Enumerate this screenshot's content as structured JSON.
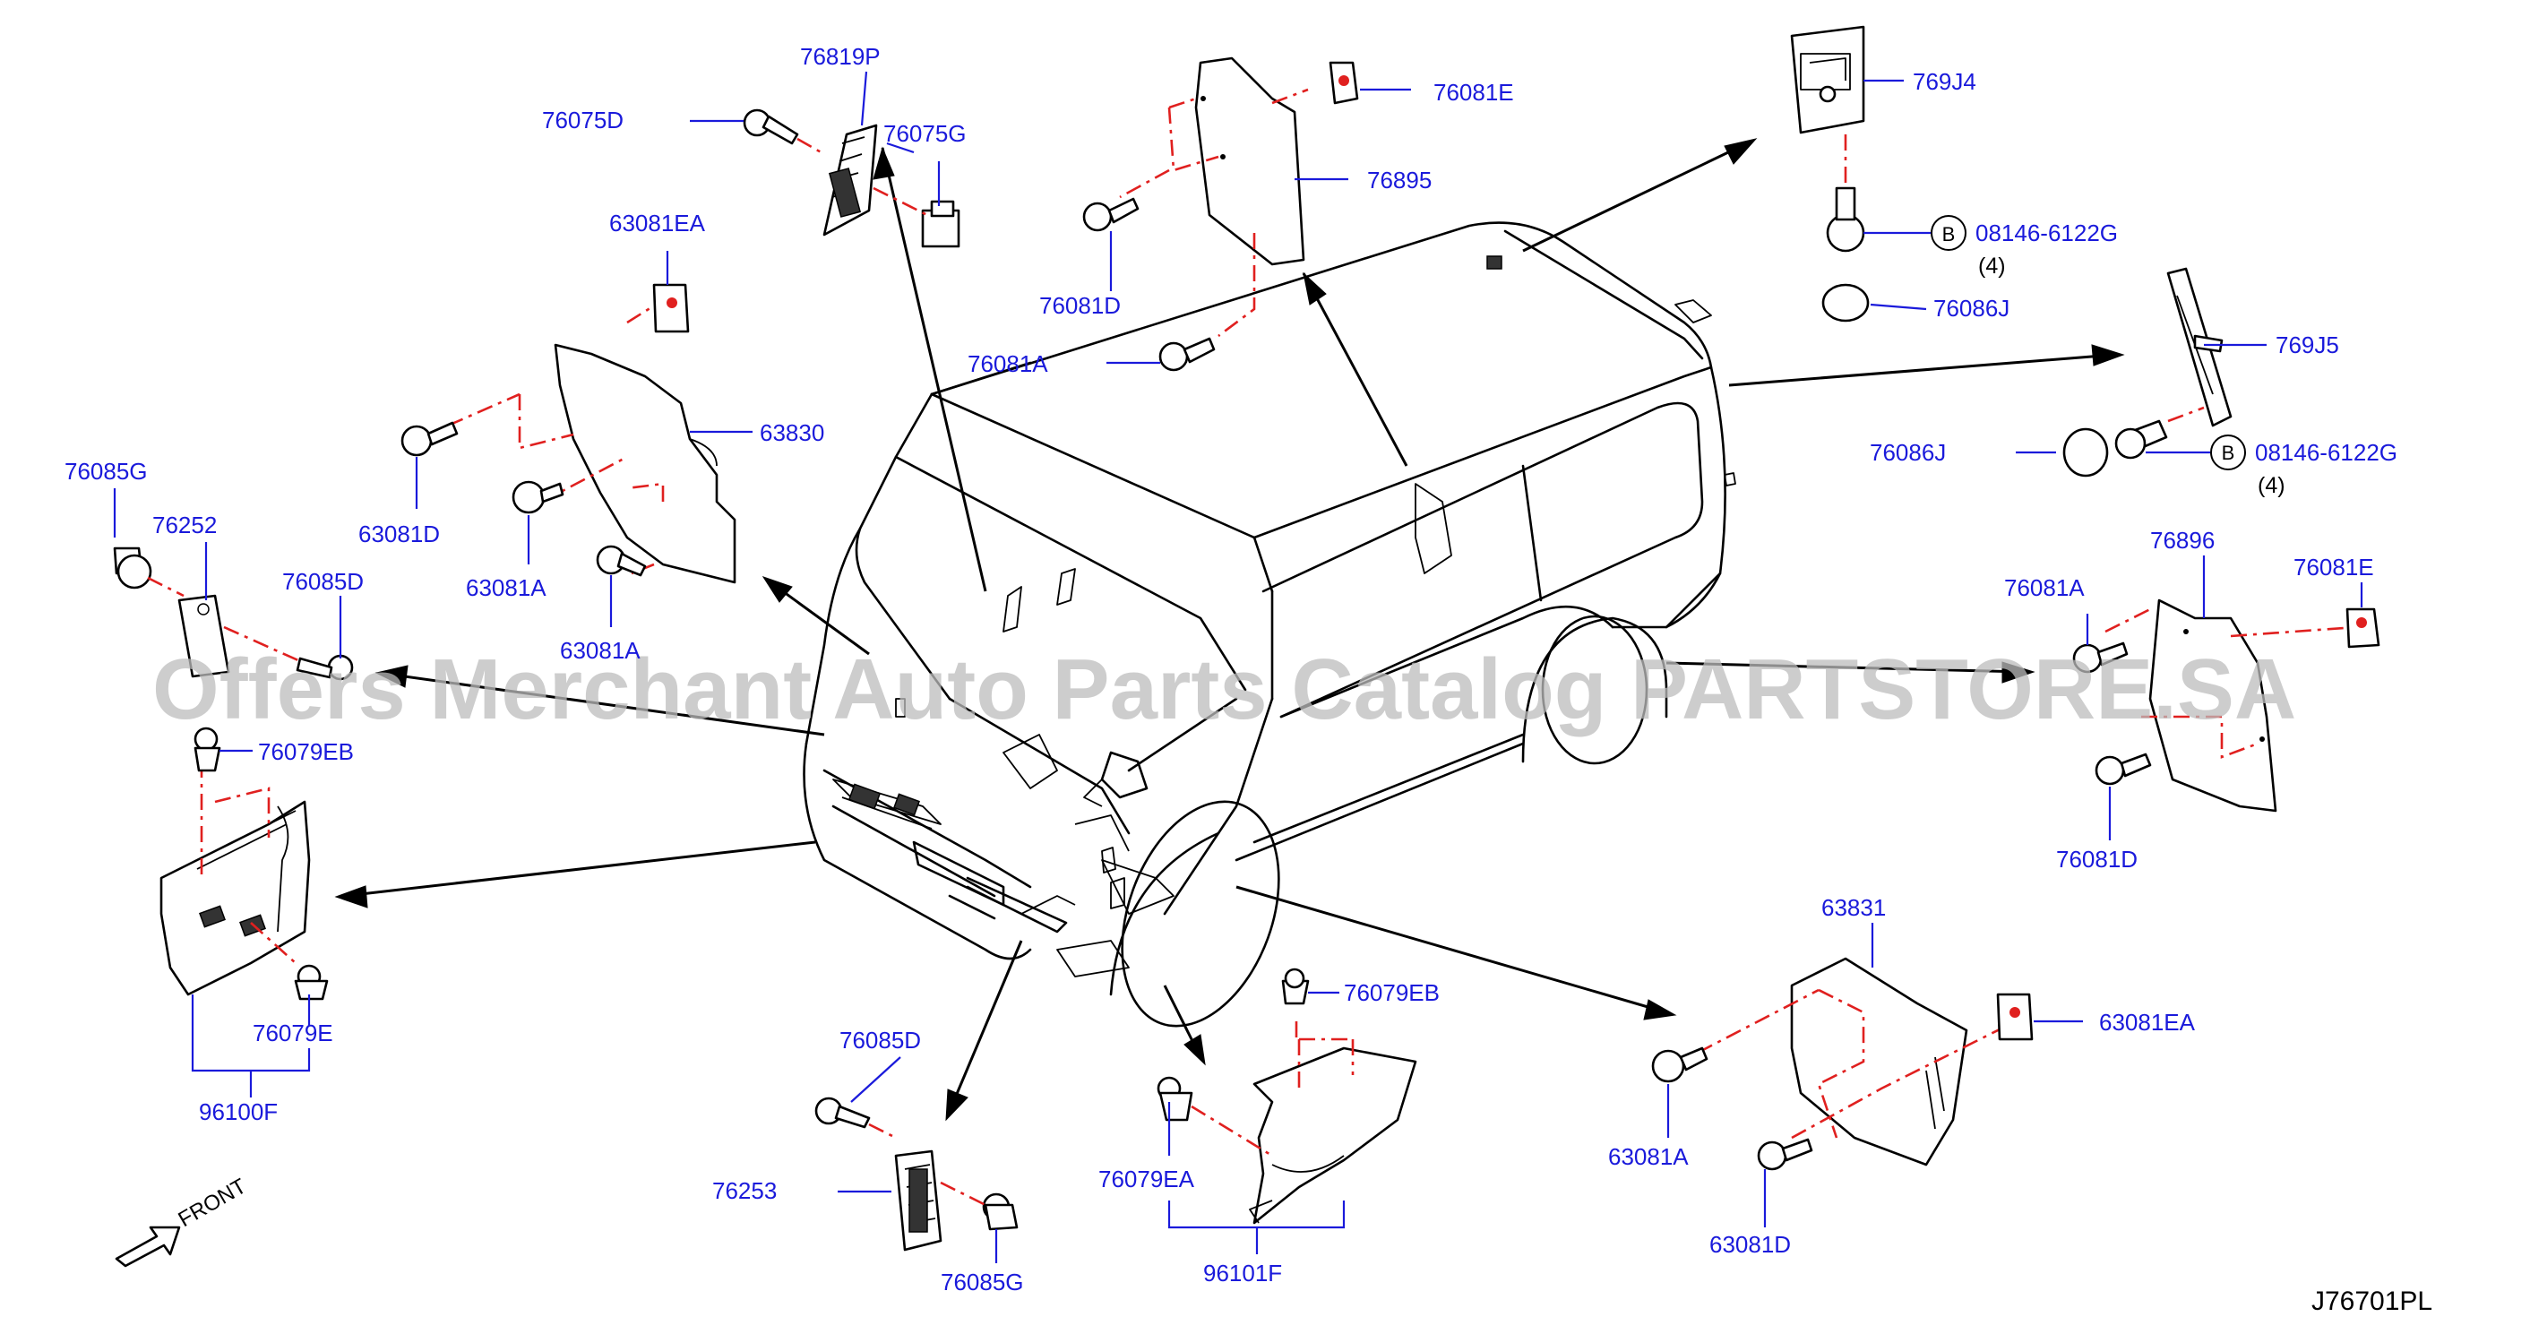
{
  "diagram": {
    "code": "J76701PL",
    "watermark": "Offers Merchant Auto Parts Catalog PARTSTORE.SA",
    "front_label": "FRONT",
    "callouts": {
      "p76819P": "76819P",
      "p76075D": "76075D",
      "p76075G": "76075G",
      "p76081E_top": "76081E",
      "p76895": "76895",
      "p76081D_top": "76081D",
      "p76081A_top": "76081A",
      "p769J4": "769J4",
      "p08146_a": "08146-6122G",
      "qty_a": "(4)",
      "p76086J_a": "76086J",
      "p769J5": "769J5",
      "p76086J_b": "76086J",
      "p08146_b": "08146-6122G",
      "qty_b": "(4)",
      "p63081EA_top": "63081EA",
      "p63830": "63830",
      "p63081D_left": "63081D",
      "p63081A_left": "63081A",
      "p63081A_left2": "63081A",
      "p76085G_left": "76085G",
      "p76252": "76252",
      "p76085D_left": "76085D",
      "p76079EB_left": "76079EB",
      "p76079E": "76079E",
      "p96100F": "96100F",
      "p76896": "76896",
      "p76081A_right": "76081A",
      "p76081E_right": "76081E",
      "p76081D_right": "76081D",
      "p63831": "63831",
      "p63081EA_right": "63081EA",
      "p63081A_right": "63081A",
      "p63081D_right": "63081D",
      "p76079EB_bottom": "76079EB",
      "p76079EA": "76079EA",
      "p96101F": "96101F",
      "p76085D_bottom": "76085D",
      "p76253": "76253",
      "p76085G_bottom": "76085G"
    },
    "bolt_symbol": "B"
  }
}
